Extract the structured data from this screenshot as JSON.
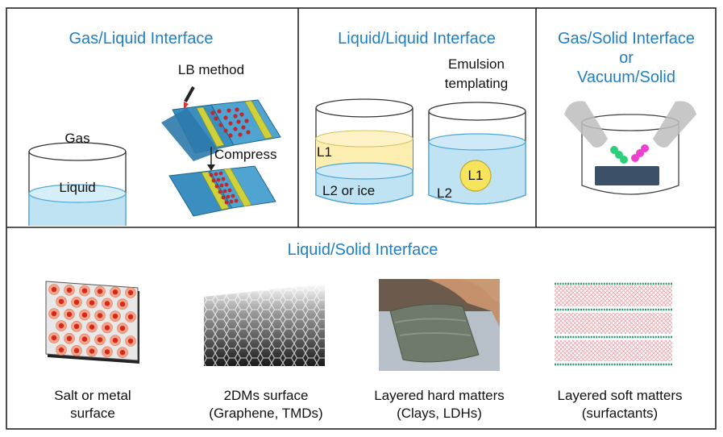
{
  "colors": {
    "title_blue": "#1f7fc4",
    "border": "#222222",
    "liquid_fill": "#bfe3f3",
    "liquid_stroke": "#4aa7d8",
    "yellow_phase": "#fbeeb0",
    "substrate_blue": "#3a8fc0",
    "rail_yellow": "#cfd13a",
    "particle_red": "#c0282c",
    "green_dot": "#2ecf7a",
    "pink_dot": "#f040d0",
    "dark_block": "#3b5168"
  },
  "top": {
    "gas_liquid": {
      "title": "Gas/Liquid Interface",
      "gas_label": "Gas",
      "liquid_label": "Liquid",
      "lb_label": "LB method",
      "compress_label": "Compress"
    },
    "liquid_liquid": {
      "title": "Liquid/Liquid Interface",
      "emulsion_label": "Emulsion\ntemplating",
      "l1_label": "L1",
      "l2_ice_label": "L2 or ice",
      "l2_label": "L2",
      "l1_drop_label": "L1"
    },
    "gas_solid": {
      "title_line1": "Gas/Solid Interface",
      "title_line2": "or",
      "title_line3": "Vacuum/Solid"
    }
  },
  "bottom": {
    "title": "Liquid/Solid Interface",
    "items": [
      {
        "line1": "Salt or metal",
        "line2": "surface"
      },
      {
        "line1": "2DMs surface",
        "line2": "(Graphene, TMDs)"
      },
      {
        "line1": "Layered hard matters",
        "line2": "(Clays, LDHs)"
      },
      {
        "line1": "Layered soft matters",
        "line2": "(surfactants)"
      }
    ]
  }
}
